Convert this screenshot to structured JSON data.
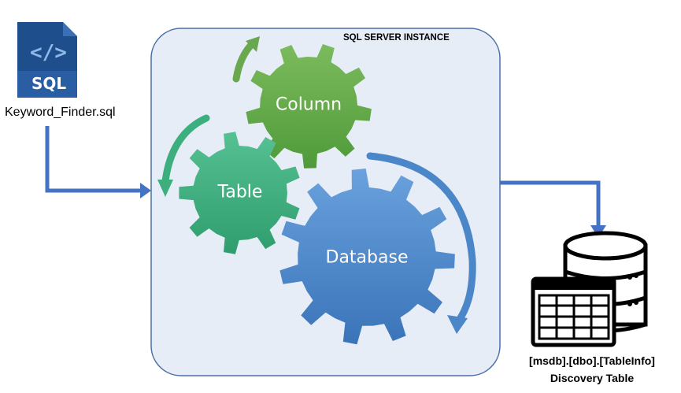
{
  "file": {
    "icon_text": "SQL",
    "icon_code": "</>",
    "name": "Keyword_Finder.sql"
  },
  "instance": {
    "title": "SQL SERVER INSTANCE"
  },
  "gears": {
    "column": "Column",
    "table": "Table",
    "database": "Database"
  },
  "output": {
    "table_name": "[msdb].[dbo].[TableInfo]",
    "subtitle": "Discovery Table"
  },
  "colors": {
    "blue_arrow": "#4472C4",
    "gear_column": "#6AA84F",
    "gear_table": "#3DAE7E",
    "gear_database": "#4A86C8",
    "instance_fill": "#E6EDF7",
    "instance_border": "#4A6EA8",
    "file_icon": "#1F4E8C"
  }
}
